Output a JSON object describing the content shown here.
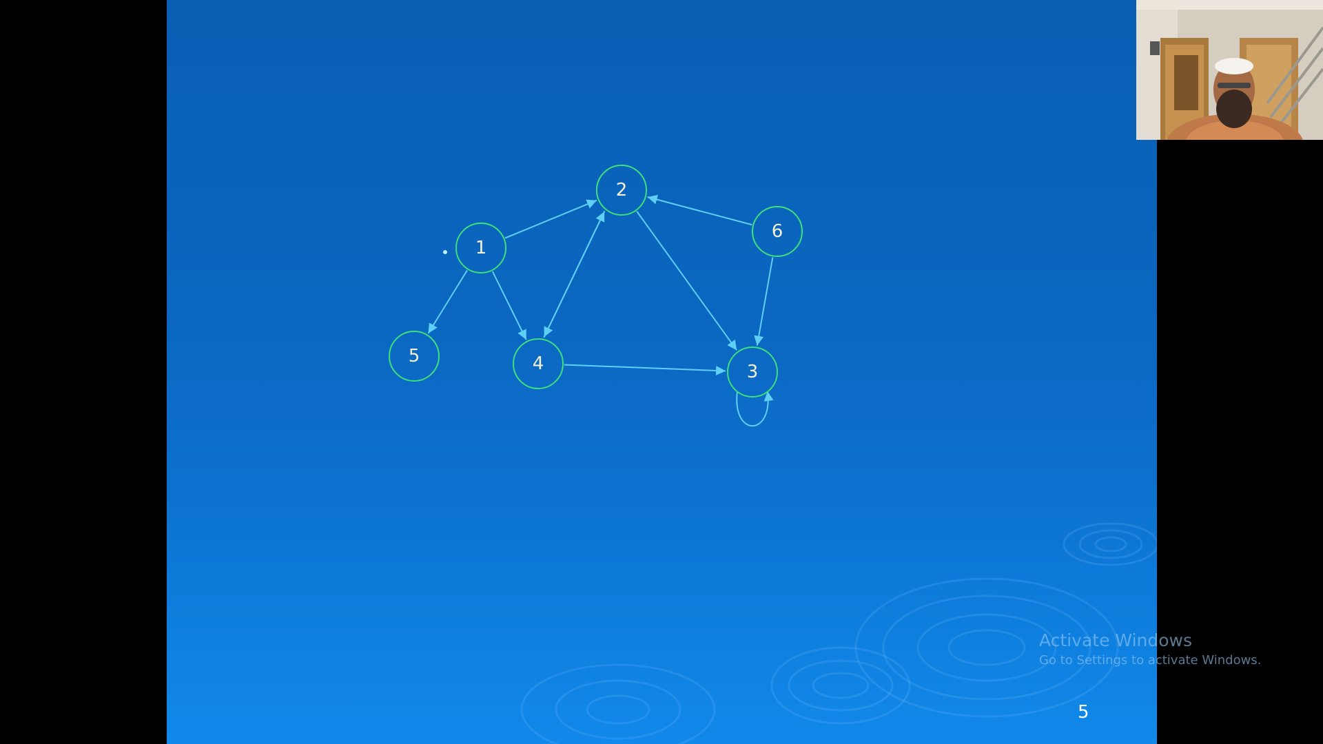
{
  "slide": {
    "page_number": "5",
    "colors": {
      "background_top": "#0a5fb4",
      "background_bottom": "#1189ea",
      "node_stroke": "#3ee07c",
      "edge_color": "#5fd0f5",
      "label_color": "#f4f1d0"
    },
    "graph": {
      "type": "directed-graph",
      "nodes": [
        {
          "id": "1",
          "label": "1"
        },
        {
          "id": "2",
          "label": "2"
        },
        {
          "id": "3",
          "label": "3"
        },
        {
          "id": "4",
          "label": "4"
        },
        {
          "id": "5",
          "label": "5"
        },
        {
          "id": "6",
          "label": "6"
        }
      ],
      "edges": [
        {
          "from": "1",
          "to": "2"
        },
        {
          "from": "1",
          "to": "5"
        },
        {
          "from": "1",
          "to": "4"
        },
        {
          "from": "4",
          "to": "2"
        },
        {
          "from": "2",
          "to": "4"
        },
        {
          "from": "2",
          "to": "3"
        },
        {
          "from": "6",
          "to": "2"
        },
        {
          "from": "6",
          "to": "3"
        },
        {
          "from": "4",
          "to": "3"
        },
        {
          "from": "3",
          "to": "3"
        }
      ]
    }
  },
  "webcam": {
    "description_icon": "presenter-webcam-feed"
  },
  "watermark": {
    "title": "Activate Windows",
    "subtitle": "Go to Settings to activate Windows."
  }
}
